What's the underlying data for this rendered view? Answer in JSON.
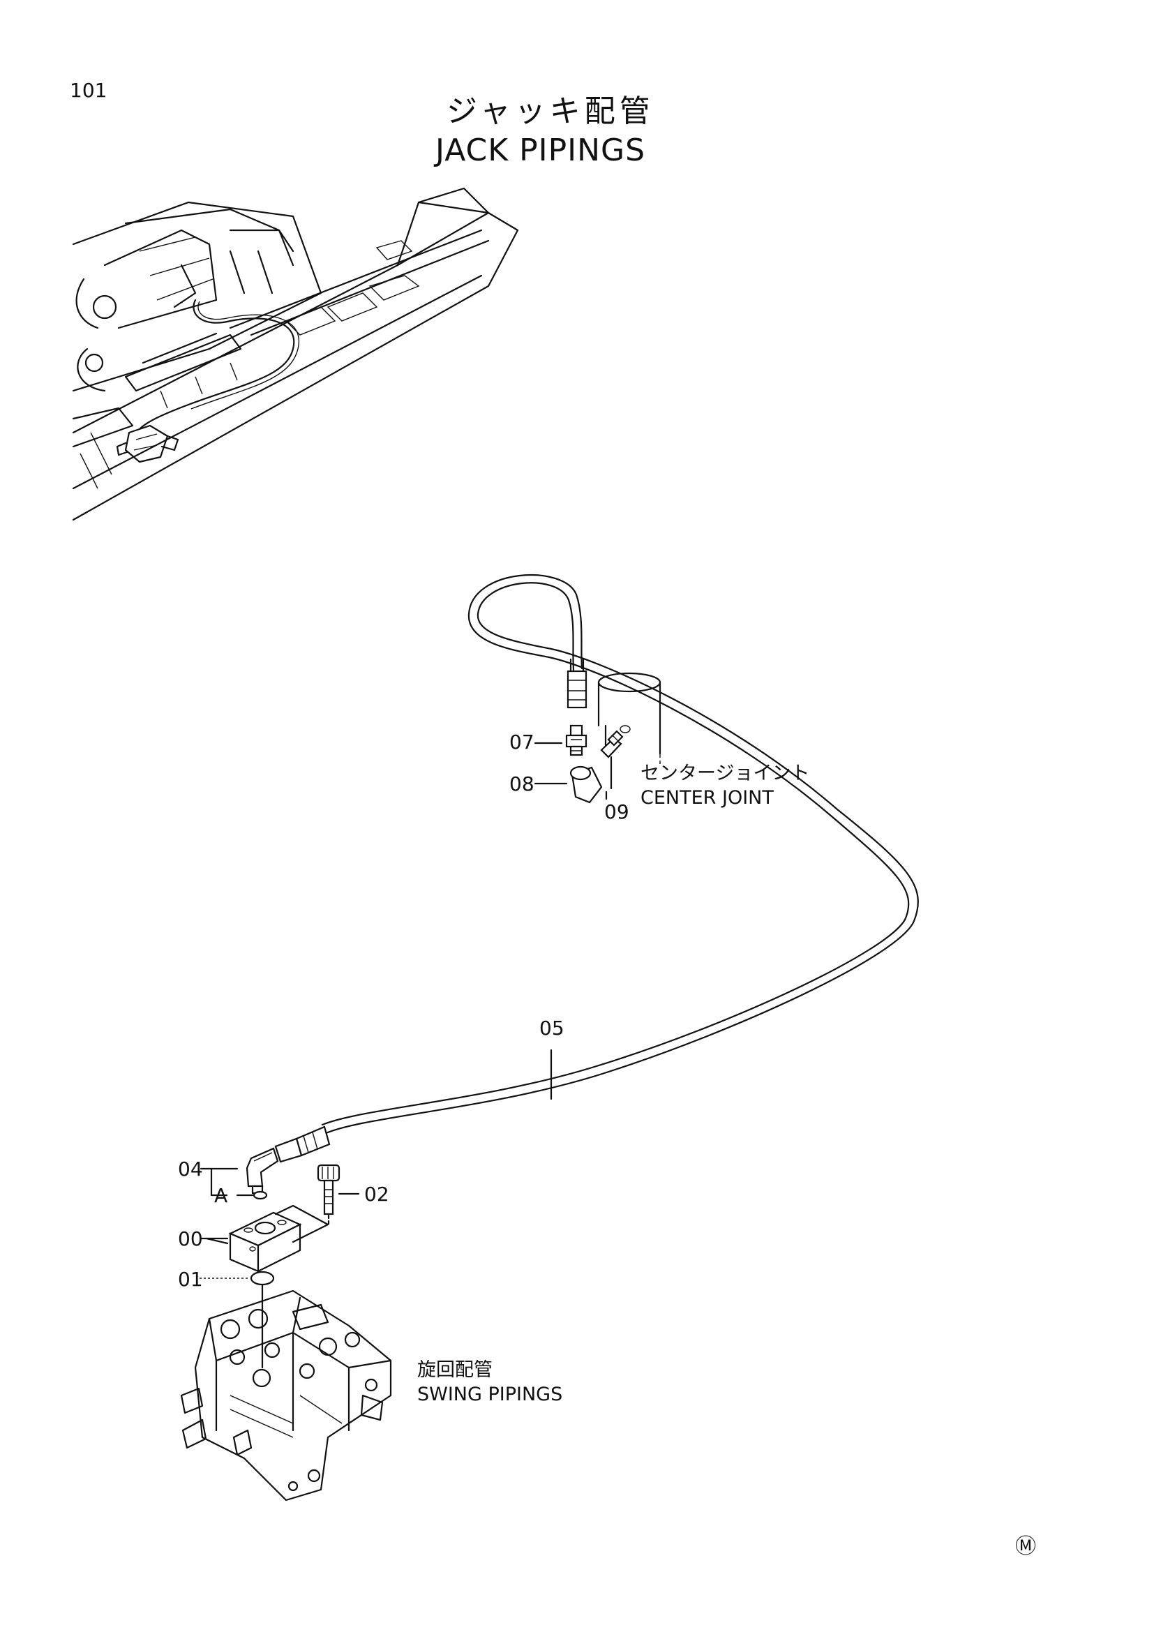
{
  "page_number": "101",
  "title": {
    "japanese": "ジャッキ配管",
    "english": "JACK PIPINGS"
  },
  "part_numbers": {
    "p00": "00",
    "p01": "01",
    "p02": "02",
    "p04": "04",
    "p05": "05",
    "p07": "07",
    "p08": "08",
    "p09": "09"
  },
  "callout_a": "A",
  "center_joint": {
    "japanese": "センタージョイント",
    "english": "CENTER JOINT"
  },
  "swing_pipings": {
    "japanese": "旋回配管",
    "english": "SWING PIPINGS"
  },
  "mark": "Ⓜ"
}
